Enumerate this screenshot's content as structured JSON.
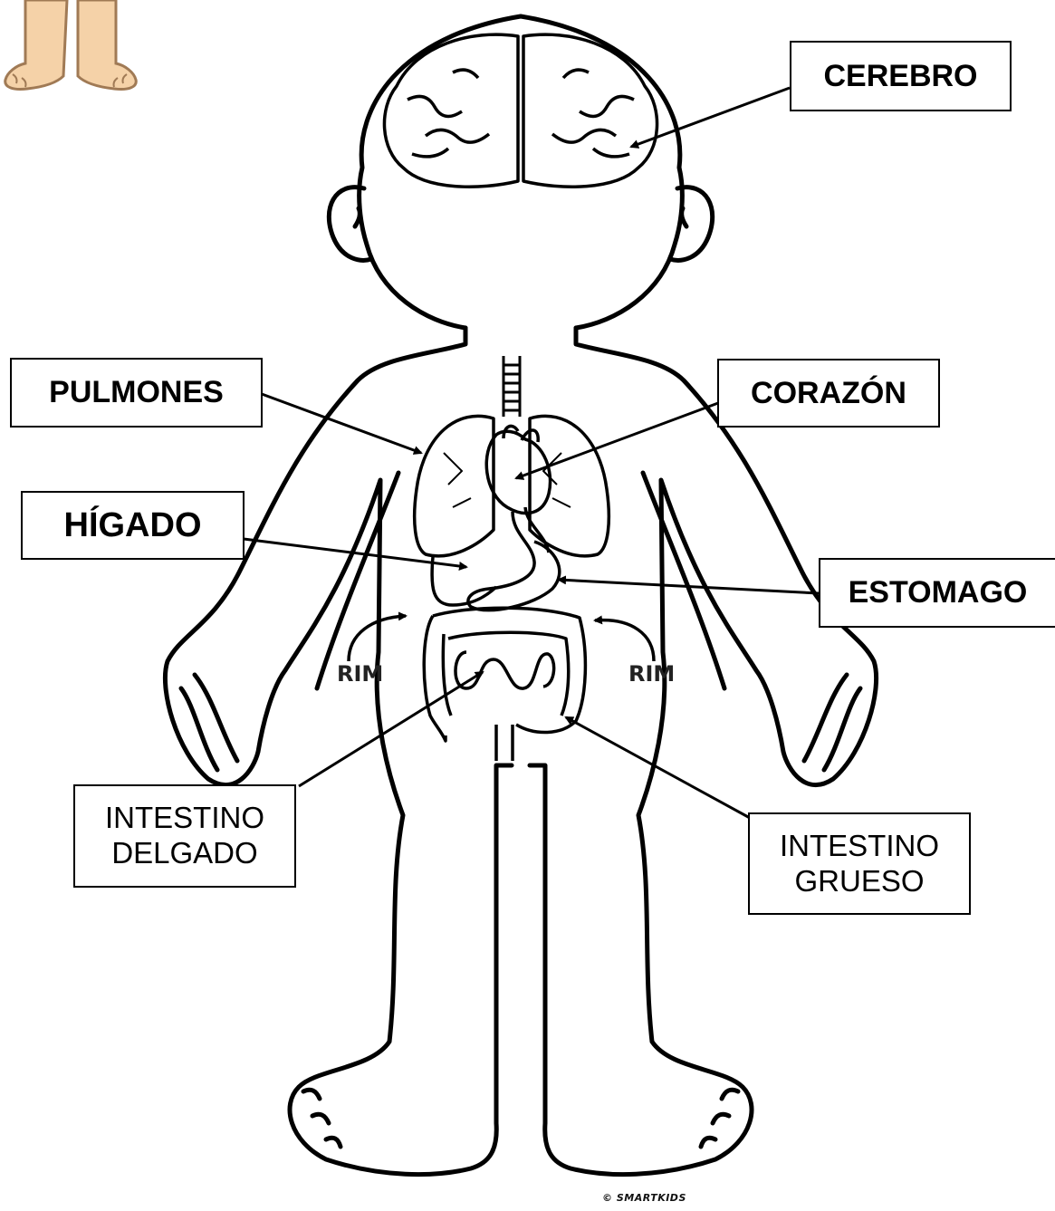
{
  "labels": {
    "cerebro": "CEREBRO",
    "pulmones": "PULMONES",
    "corazon": "CORAZÓN",
    "higado": "HÍGADO",
    "estomago": "ESTOMAGO",
    "intestino_delgado_1": "INTESTINO",
    "intestino_delgado_2": "DELGADO",
    "intestino_grueso_1": "INTESTINO",
    "intestino_grueso_2": "GRUESO"
  },
  "kidney_labels": {
    "left": "RIM",
    "right": "RIM"
  },
  "credit": "© SMARTKIDS",
  "colors": {
    "line": "#000000",
    "background": "#ffffff",
    "skin": "#f5d2a8",
    "skin_outline": "#a07a55"
  }
}
